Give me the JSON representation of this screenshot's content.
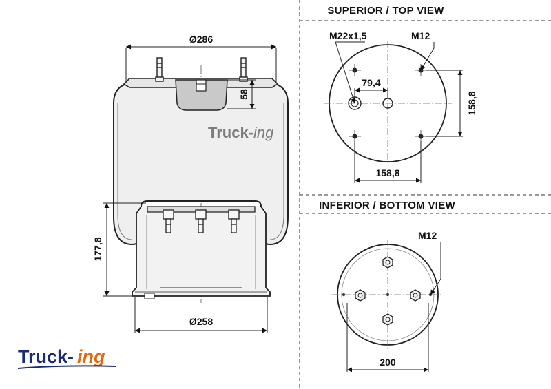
{
  "side_view": {
    "top_diameter": "Ø286",
    "bottom_diameter": "Ø258",
    "height_top_part": "58",
    "height_piston": "177,8"
  },
  "top_view": {
    "title": "SUPERIOR / TOP VIEW",
    "air_fitting": "M22x1,5",
    "stud_thread": "M12",
    "offset": "79,4",
    "stud_spacing_vertical": "158,8",
    "stud_spacing_horizontal": "158,8"
  },
  "bottom_view": {
    "title": "INFERIOR / BOTTOM VIEW",
    "stud_thread": "M12",
    "diameter": "200"
  },
  "watermark": {
    "brand": "Truck-",
    "suffix": "ing"
  },
  "logo": {
    "brand": "Truck-",
    "suffix": "ing",
    "brand_color": "#1a2a7a",
    "suffix_color": "#e06a10"
  }
}
